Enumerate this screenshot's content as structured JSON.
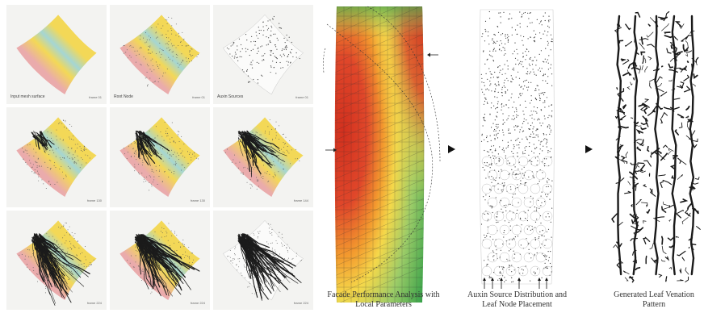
{
  "grid": {
    "panels": [
      {
        "label": "Input mesh surface",
        "frame": "frame 01",
        "stage": "surface"
      },
      {
        "label": "Root Node",
        "frame": "frame 01",
        "stage": "root"
      },
      {
        "label": "Auxin Sources",
        "frame": "frame 01",
        "stage": "auxin"
      },
      {
        "label": "",
        "frame": "frame 130",
        "stage": "vein1"
      },
      {
        "label": "",
        "frame": "frame 130",
        "stage": "vein2"
      },
      {
        "label": "",
        "frame": "frame 144",
        "stage": "vein3"
      },
      {
        "label": "",
        "frame": "frame 224",
        "stage": "vein4"
      },
      {
        "label": "",
        "frame": "frame 224",
        "stage": "vein5"
      },
      {
        "label": "",
        "frame": "frame 224",
        "stage": "lines"
      }
    ]
  },
  "diagram": {
    "captions": [
      "Facade Performance Analysis with Local Parameters",
      "Auxin Source Distribution and Leaf Node Placement",
      "Generated Leaf Venation Pattern"
    ]
  },
  "colors": {
    "hot": "#d93a24",
    "warm": "#f08c2c",
    "mid": "#f3d546",
    "cool": "#8fc78a",
    "green": "#43a84a",
    "pink": "#e9a3a4",
    "cyan": "#9cd3d0"
  }
}
